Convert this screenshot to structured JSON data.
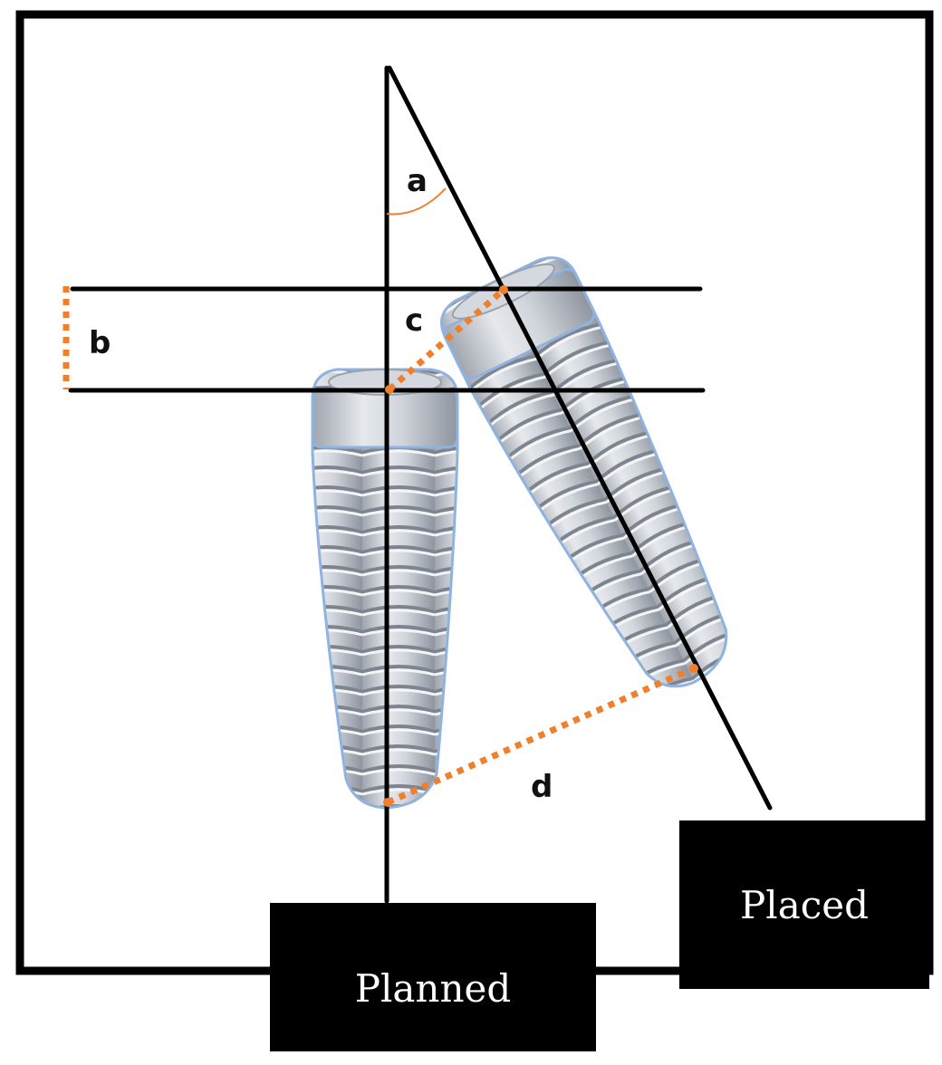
{
  "labels": {
    "a": "a",
    "b": "b",
    "c": "c",
    "d": "d"
  },
  "boxes": {
    "planned": "Planned",
    "placed": "Placed"
  },
  "colors": {
    "measure": "#F07F2D",
    "line": "#000000",
    "implant_body": "#C9CDD4",
    "implant_edge": "#7FA6D8",
    "box_fill": "#000000"
  }
}
